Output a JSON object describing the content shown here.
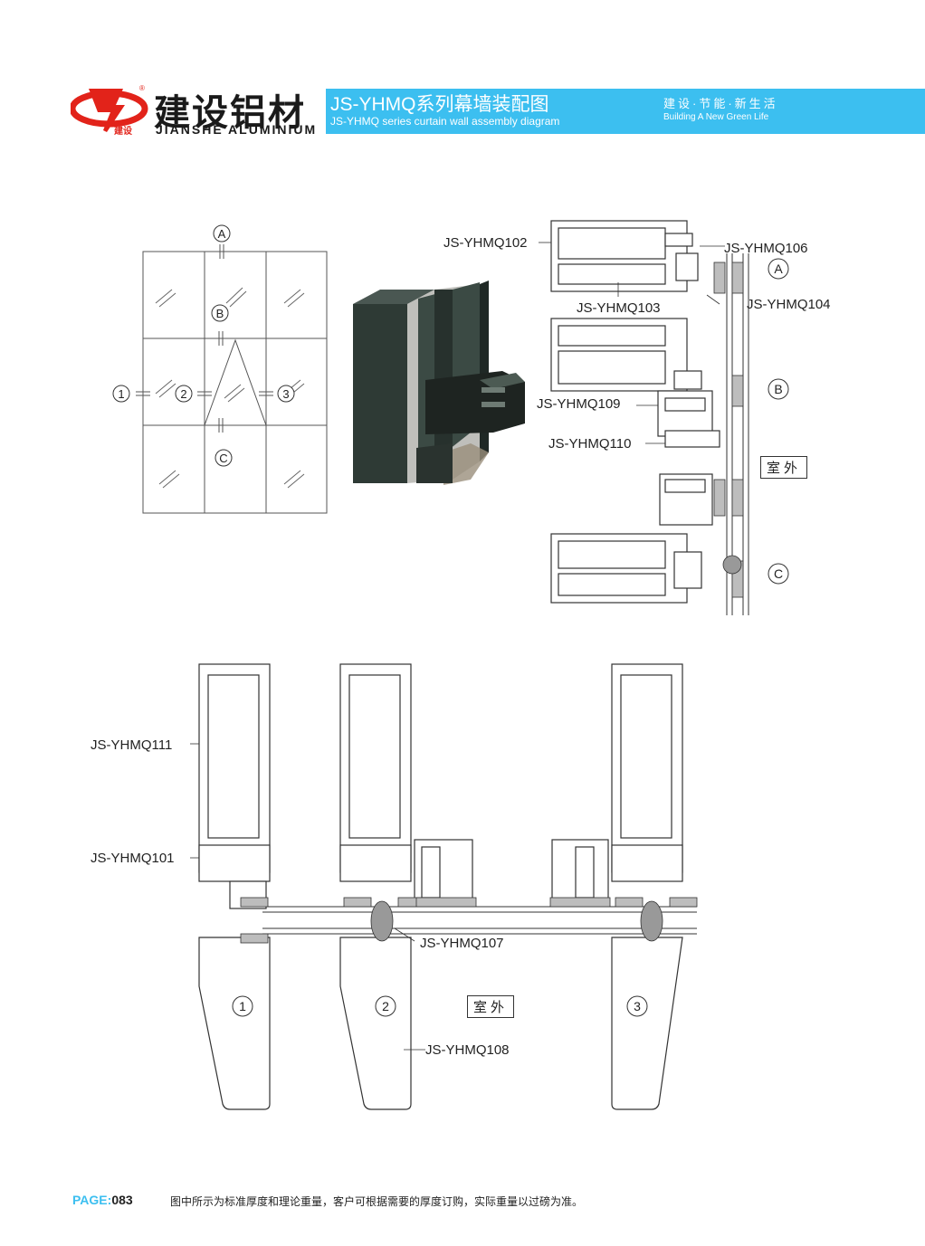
{
  "brand": {
    "name_cn": "建设铝材",
    "name_en": "JIANSHE ALUMINIUM",
    "logo_glyph": "建设",
    "registered": "®",
    "logo_color": "#e2231a"
  },
  "header": {
    "title_cn": "JS-YHMQ系列幕墙装配图",
    "title_en": "JS-YHMQ series curtain wall assembly diagram",
    "slogan_cn": "建设·节能·新生活",
    "slogan_en": "Building A New Green Life",
    "accent_color": "#3cbff0"
  },
  "elevation": {
    "markers": [
      "A",
      "B",
      "C",
      "1",
      "2",
      "3"
    ]
  },
  "section_labels": {
    "q102": "JS-YHMQ102",
    "q103": "JS-YHMQ103",
    "q104": "JS-YHMQ104",
    "q106": "JS-YHMQ106",
    "q109": "JS-YHMQ109",
    "q110": "JS-YHMQ110",
    "outdoor": "室外",
    "marker_a": "A",
    "marker_b": "B",
    "marker_c": "C"
  },
  "plan_labels": {
    "q111": "JS-YHMQ111",
    "q101": "JS-YHMQ101",
    "q107": "JS-YHMQ107",
    "q108": "JS-YHMQ108",
    "outdoor": "室外",
    "marker_1": "1",
    "marker_2": "2",
    "marker_3": "3"
  },
  "footer": {
    "page_label": "PAGE:",
    "page_number": "083",
    "note": "图中所示为标准厚度和理论重量，客户可根据需要的厚度订购，实际重量以过磅为准。"
  }
}
